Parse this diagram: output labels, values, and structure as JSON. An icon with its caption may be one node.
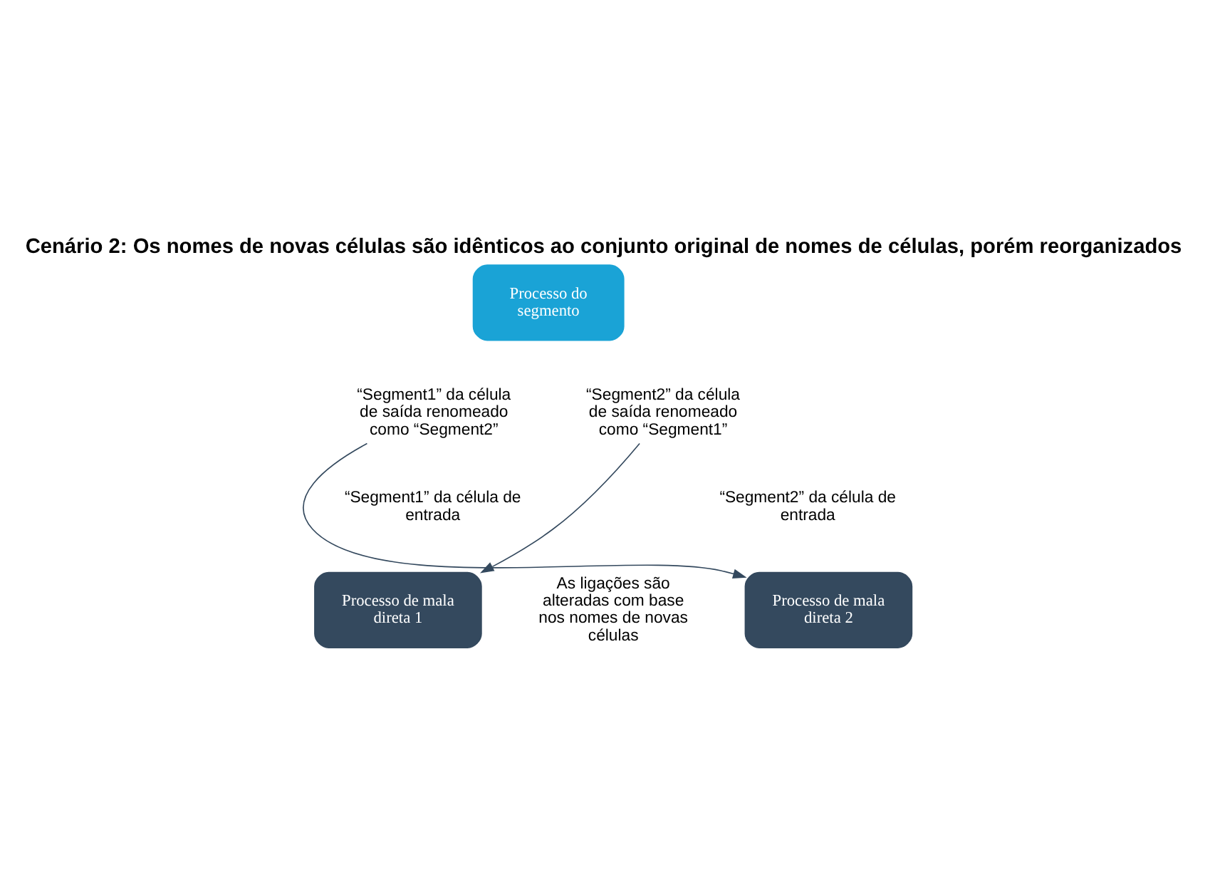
{
  "diagram": {
    "title": "Cenário 2: Os nomes de novas células são idênticos ao conjunto original de nomes de células, porém reorganizados",
    "nodes": [
      {
        "text": [
          "Processo do segmento"
        ]
      },
      {
        "text": [
          "“Segment1” da célula de saída renomeado como “Segment2”"
        ]
      },
      {
        "text": [
          "“Segment2” da célula de saída renomeado como “Segment1”"
        ]
      },
      {
        "text": [
          "Processo de mala direta 1"
        ]
      },
      {
        "text": [
          "Processo de mala direta 2"
        ]
      }
    ],
    "edges": [
      {
        "from": 1,
        "to": 4,
        "arrow": "to"
      },
      {
        "from": 2,
        "to": 3,
        "arrow": "to"
      }
    ],
    "labels": [
      "“Segment1” da célula de entrada",
      "“Segment2” da célula de entrada",
      "As ligações são alteradas com base nos nomes de novas células"
    ]
  }
}
